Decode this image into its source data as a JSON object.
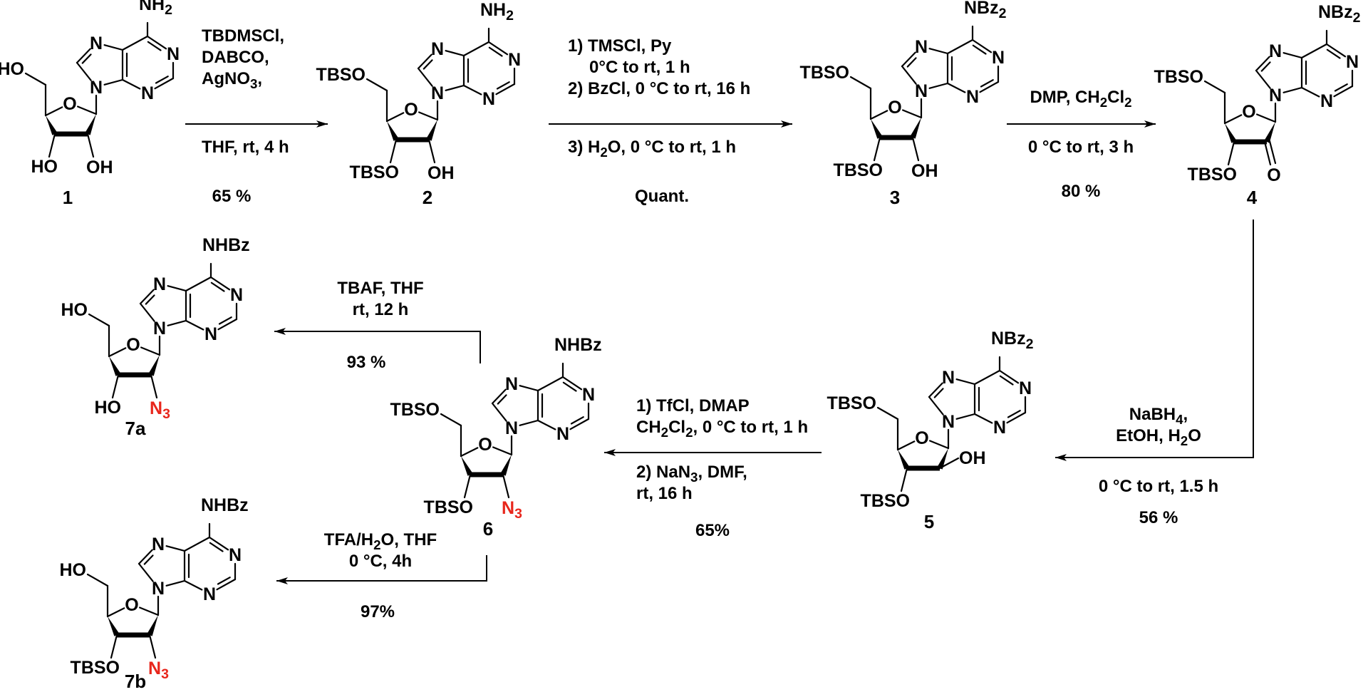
{
  "title": "Synthesis of 2'-azido-2'-deoxy adenosine derivatives 7a and 7b",
  "colors": {
    "ink": "#000000",
    "highlight": "#e8261c",
    "background": "#ffffff"
  },
  "compounds": [
    {
      "id": "1",
      "label": "1",
      "n6": "NH2",
      "o5": "HO",
      "o3": "HO",
      "c2": "OH",
      "c2_type": "down",
      "c2_color": "ink"
    },
    {
      "id": "2",
      "label": "2",
      "n6": "NH2",
      "o5": "TBSO",
      "o3": "TBSO",
      "c2": "OH",
      "c2_type": "down",
      "c2_color": "ink"
    },
    {
      "id": "3",
      "label": "3",
      "n6": "NBz2",
      "o5": "TBSO",
      "o3": "TBSO",
      "c2": "OH",
      "c2_type": "down",
      "c2_color": "ink"
    },
    {
      "id": "4",
      "label": "4",
      "n6": "NBz2",
      "o5": "TBSO",
      "o3": "TBSO",
      "c2": "O",
      "c2_type": "keto",
      "c2_color": "ink"
    },
    {
      "id": "5",
      "label": "5",
      "n6": "NBz2",
      "o5": "TBSO",
      "o3": "TBSO",
      "c2": "OH",
      "c2_type": "up",
      "c2_color": "ink"
    },
    {
      "id": "6",
      "label": "6",
      "n6": "NHBz",
      "o5": "TBSO",
      "o3": "TBSO",
      "c2": "N3",
      "c2_type": "down",
      "c2_color": "highlight"
    },
    {
      "id": "7a",
      "label": "7a",
      "n6": "NHBz",
      "o5": "HO",
      "o3": "HO",
      "c2": "N3",
      "c2_type": "down",
      "c2_color": "highlight"
    },
    {
      "id": "7b",
      "label": "7b",
      "n6": "NHBz",
      "o5": "HO",
      "o3": "TBSO",
      "c2": "N3",
      "c2_type": "down",
      "c2_color": "highlight"
    }
  ],
  "ring_atoms": {
    "n": "N",
    "o": "O"
  },
  "reactions": [
    {
      "id": "r1",
      "from": "1",
      "to": "2",
      "above": [
        "TBDMSCl,",
        "DABCO,",
        "AgNO3,"
      ],
      "below": [
        "THF, rt, 4 h"
      ],
      "yield": "65 %"
    },
    {
      "id": "r2",
      "from": "2",
      "to": "3",
      "above": [
        "1) TMSCl, Py",
        " 0°C to rt, 1 h",
        "2) BzCl, 0 °C to rt, 16 h"
      ],
      "below": [
        "3) H2O, 0 °C to rt, 1 h"
      ],
      "yield": "Quant."
    },
    {
      "id": "r3",
      "from": "3",
      "to": "4",
      "above": [
        "DMP, CH2Cl2"
      ],
      "below": [
        "0 °C to rt, 3 h"
      ],
      "yield": "80 %"
    },
    {
      "id": "r4",
      "from": "4",
      "to": "5",
      "above": [
        "NaBH4,",
        "EtOH, H2O"
      ],
      "below": [
        "0 °C to rt, 1.5 h"
      ],
      "yield": "56 %"
    },
    {
      "id": "r5",
      "from": "5",
      "to": "6",
      "above": [
        "1) TfCl, DMAP",
        "CH2Cl2, 0 °C to rt, 1 h"
      ],
      "below": [
        "2) NaN3, DMF,",
        "rt, 16 h"
      ],
      "yield": "65%"
    },
    {
      "id": "r6",
      "from": "6",
      "to": "7a",
      "above": [
        "TBAF, THF",
        "rt, 12 h"
      ],
      "below": [],
      "yield": "93 %"
    },
    {
      "id": "r7",
      "from": "6",
      "to": "7b",
      "above": [
        "TFA/H2O, THF",
        "0 °C, 4h"
      ],
      "below": [],
      "yield": "97%"
    }
  ]
}
